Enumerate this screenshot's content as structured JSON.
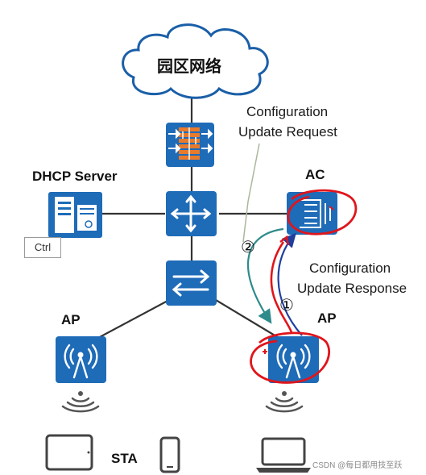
{
  "network": {
    "cloud_label": "园区网络",
    "dhcp_label": "DHCP Server",
    "ac_label": "AC",
    "ap_left_label": "AP",
    "ap_right_label": "AP",
    "sta_label": "STA"
  },
  "annotations": {
    "request_line1": "Configuration",
    "request_line2": "Update Request",
    "response_line1": "Configuration",
    "response_line2": "Update Response",
    "step1": "①",
    "step2": "②"
  },
  "overlay": {
    "ctrl_label": "Ctrl",
    "watermark": "CSDN @每日都用技至跃"
  },
  "colors": {
    "device_blue": "#1e6bb8",
    "link_gray": "#333333",
    "teal_arrow": "#2e8b8b",
    "blue_arrow": "#1f3f9f",
    "red_mark": "#e0151b"
  }
}
